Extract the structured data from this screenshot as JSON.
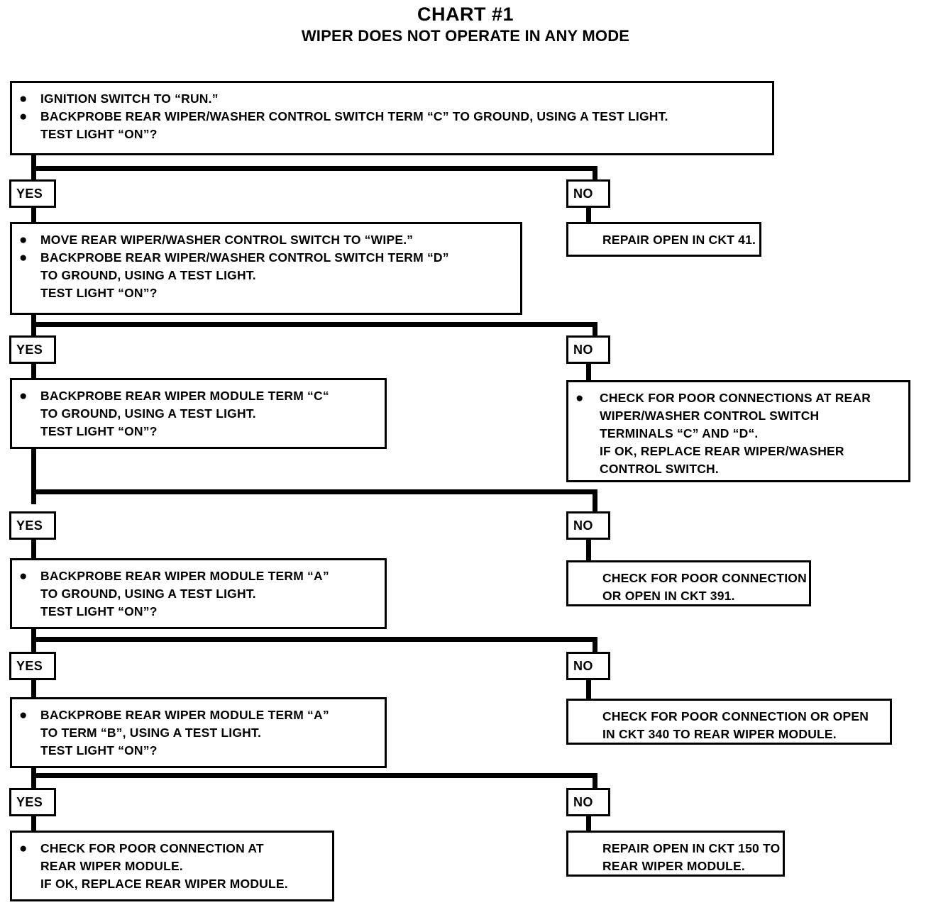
{
  "title": {
    "main": "CHART #1",
    "sub": "WIPER DOES NOT OPERATE IN ANY MODE"
  },
  "labels": {
    "yes": "YES",
    "no": "NO"
  },
  "chart_data": {
    "type": "diagram",
    "diagram_kind": "troubleshooting-flowchart",
    "title": "CHART #1",
    "subtitle": "WIPER DOES NOT OPERATE IN ANY MODE",
    "branch_labels": [
      "YES",
      "NO"
    ]
  },
  "nodes": {
    "step1": {
      "lines": [
        {
          "bullet": true,
          "text": "IGNITION SWITCH TO “RUN.”"
        },
        {
          "bullet": true,
          "text": "BACKPROBE REAR WIPER/WASHER CONTROL SWITCH TERM “C” TO GROUND, USING A TEST LIGHT."
        },
        {
          "bullet": false,
          "text": "TEST LIGHT “ON”?"
        }
      ]
    },
    "step1_no": {
      "lines": [
        {
          "bullet": false,
          "text": "REPAIR OPEN IN CKT 41."
        }
      ]
    },
    "step2": {
      "lines": [
        {
          "bullet": true,
          "text": "MOVE REAR WIPER/WASHER CONTROL SWITCH TO “WIPE.”"
        },
        {
          "bullet": true,
          "text": "BACKPROBE REAR WIPER/WASHER CONTROL SWITCH TERM “D”"
        },
        {
          "bullet": false,
          "text": "TO GROUND, USING A TEST LIGHT."
        },
        {
          "bullet": false,
          "text": "TEST LIGHT “ON”?"
        }
      ]
    },
    "step2_no": {
      "lines": [
        {
          "bullet": true,
          "text": "CHECK FOR POOR CONNECTIONS AT REAR"
        },
        {
          "bullet": false,
          "text": "WIPER/WASHER CONTROL SWITCH"
        },
        {
          "bullet": false,
          "text": "TERMINALS “C” AND “D“."
        },
        {
          "bullet": false,
          "text": "IF OK, REPLACE REAR WIPER/WASHER"
        },
        {
          "bullet": false,
          "text": "CONTROL SWITCH."
        }
      ]
    },
    "step3": {
      "lines": [
        {
          "bullet": true,
          "text": "BACKPROBE REAR WIPER MODULE TERM “C“"
        },
        {
          "bullet": false,
          "text": "TO GROUND, USING A TEST LIGHT."
        },
        {
          "bullet": false,
          "text": "TEST LIGHT “ON”?"
        }
      ]
    },
    "step3_no": {
      "lines": [
        {
          "bullet": false,
          "text": "CHECK FOR POOR CONNECTION"
        },
        {
          "bullet": false,
          "text": "OR OPEN IN CKT 391."
        }
      ]
    },
    "step4": {
      "lines": [
        {
          "bullet": true,
          "text": "BACKPROBE REAR WIPER MODULE TERM “A”"
        },
        {
          "bullet": false,
          "text": "TO GROUND, USING A TEST LIGHT."
        },
        {
          "bullet": false,
          "text": "TEST LIGHT “ON”?"
        }
      ]
    },
    "step4_no": {
      "lines": [
        {
          "bullet": false,
          "text": "CHECK FOR POOR CONNECTION OR OPEN"
        },
        {
          "bullet": false,
          "text": "IN CKT 340 TO REAR WIPER MODULE."
        }
      ]
    },
    "step5": {
      "lines": [
        {
          "bullet": true,
          "text": "BACKPROBE REAR WIPER MODULE TERM “A”"
        },
        {
          "bullet": false,
          "text": "TO TERM “B”,  USING A TEST LIGHT."
        },
        {
          "bullet": false,
          "text": "TEST LIGHT “ON”?"
        }
      ]
    },
    "step5_no": {
      "lines": [
        {
          "bullet": false,
          "text": "REPAIR OPEN IN CKT 150 TO"
        },
        {
          "bullet": false,
          "text": "REAR WIPER MODULE."
        }
      ]
    },
    "step5_yes": {
      "lines": [
        {
          "bullet": true,
          "text": "CHECK FOR POOR CONNECTION AT"
        },
        {
          "bullet": false,
          "text": "REAR WIPER MODULE."
        },
        {
          "bullet": false,
          "text": "IF OK,  REPLACE REAR WIPER MODULE."
        }
      ]
    }
  }
}
